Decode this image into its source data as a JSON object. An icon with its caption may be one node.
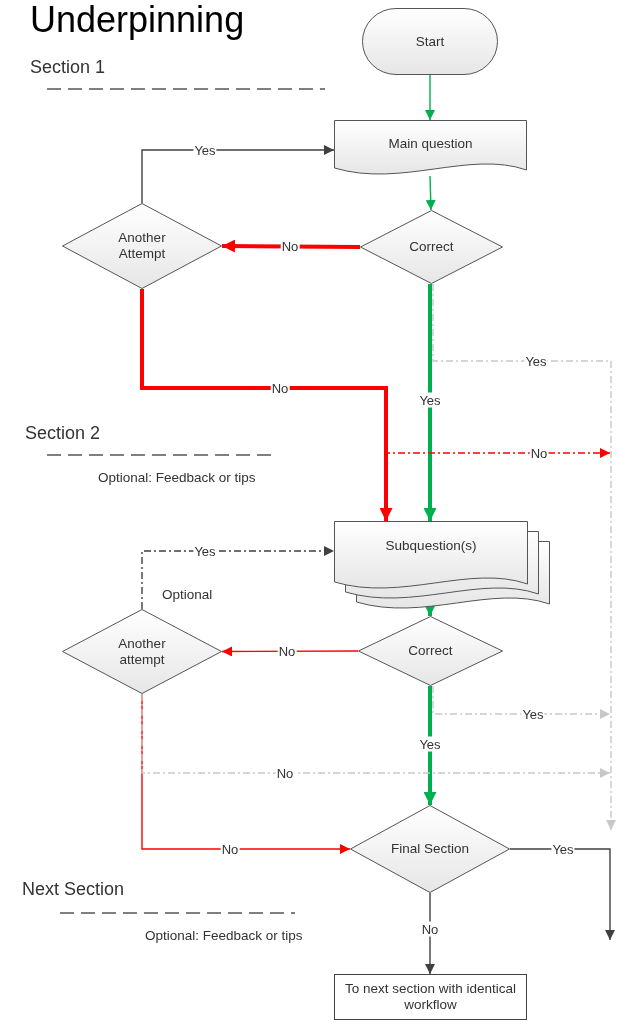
{
  "diagram": {
    "title": "Underpinning",
    "nodes": [
      {
        "text": [
          "Start"
        ]
      },
      {
        "text": [
          "Main question"
        ]
      },
      {
        "text": [
          "Correct"
        ]
      },
      {
        "text": [
          "Another Attempt"
        ]
      },
      {
        "text": [
          "Subquestion(s)"
        ]
      },
      {
        "text": [
          "Correct"
        ]
      },
      {
        "text": [
          "Another attempt"
        ]
      },
      {
        "text": [
          "Final Section"
        ]
      },
      {
        "text": [
          "To next section with identical workflow"
        ]
      }
    ],
    "edges": [
      {
        "from": 0,
        "to": 1,
        "arrow": "to",
        "color": "#00b050"
      },
      {
        "from": 1,
        "to": 2,
        "arrow": "to",
        "color": "#00b050"
      },
      {
        "from": 2,
        "to": 3,
        "arrow": "to",
        "label": "No",
        "style": "thick",
        "color": "#ff0000"
      },
      {
        "from": 3,
        "to": 1,
        "arrow": "to",
        "label": "Yes",
        "color": "#404040"
      },
      {
        "from": 3,
        "to": 4,
        "arrow": "to",
        "label": "No",
        "style": "thick",
        "color": "#ff0000"
      },
      {
        "from": 2,
        "to": 4,
        "arrow": "to",
        "label": "Yes",
        "style": "thick",
        "color": "#00b050"
      },
      {
        "from": 2,
        "to": null,
        "arrow": "to",
        "label": "Yes",
        "style": "dashed",
        "color": "#c8c8c8"
      },
      {
        "from": 3,
        "to": null,
        "arrow": "to",
        "label": "No",
        "style": "dashed",
        "color": "#ff0000"
      },
      {
        "from": 4,
        "to": 5,
        "arrow": "to",
        "style": "thick",
        "color": "#00b050"
      },
      {
        "from": 5,
        "to": 6,
        "arrow": "to",
        "label": "No",
        "color": "#ff0000"
      },
      {
        "from": 6,
        "to": 4,
        "arrow": "to",
        "label": "Yes",
        "style": "dashed",
        "color": "#404040"
      },
      {
        "from": 5,
        "to": 7,
        "arrow": "to",
        "label": "Yes",
        "style": "thick",
        "color": "#00b050"
      },
      {
        "from": 5,
        "to": null,
        "arrow": "to",
        "label": "Yes",
        "style": "dashed",
        "color": "#c8c8c8"
      },
      {
        "from": 6,
        "to": 7,
        "arrow": "to",
        "label": "No",
        "color": "#ff0000"
      },
      {
        "from": 6,
        "to": null,
        "arrow": "to",
        "label": "No",
        "style": "dashed",
        "color": "#c8c8c8"
      },
      {
        "from": 7,
        "to": 8,
        "arrow": "to",
        "label": "No",
        "color": "#404040"
      },
      {
        "from": 7,
        "to": null,
        "arrow": "to",
        "label": "Yes",
        "color": "#404040"
      }
    ],
    "labels": [
      "Section 1",
      "Section 2",
      "Optional: Feedback or tips",
      "Optional",
      "Next Section",
      "Optional: Feedback or tips"
    ]
  }
}
